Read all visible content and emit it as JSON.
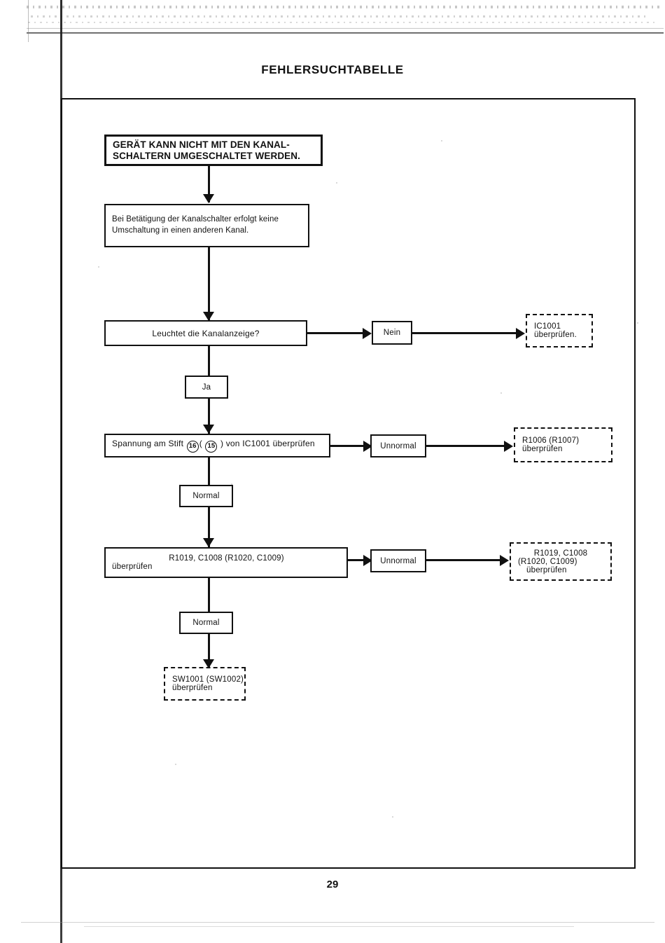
{
  "document": {
    "title": "FEHLERSUCHTABELLE",
    "page_number": "29"
  },
  "flowchart": {
    "problem": {
      "line1": "GERÄT KANN NICHT MIT DEN KANAL-",
      "line2": "SCHALTERN UMGESCHALTET WERDEN."
    },
    "symptom": {
      "line1": "Bei Betätigung der Kanalschalter erfolgt keine",
      "line2": "Umschaltung in einen anderen Kanal."
    },
    "question1": {
      "text": "Leuchtet die Kanalanzeige?",
      "no_label": "Nein",
      "yes_label": "Ja"
    },
    "result_ic1001": {
      "line1": "IC1001",
      "line2": "überprüfen."
    },
    "check_voltage": {
      "prefix": "Spannung am Stift",
      "pin_main": "16",
      "open_paren": "(",
      "pin_alt": "15",
      "close_paren": ")",
      "suffix": "von IC1001 überprüfen",
      "unnormal_label": "Unnormal",
      "normal_label": "Normal"
    },
    "result_r1006": {
      "line1": "R1006 (R1007)",
      "line2": "überprüfen"
    },
    "check_components": {
      "line1": "R1019, C1008 (R1020, C1009)",
      "line2": "überprüfen",
      "unnormal_label": "Unnormal",
      "normal_label": "Normal"
    },
    "result_r1019": {
      "line1": "R1019, C1008",
      "line2": "(R1020, C1009)",
      "line3": "überprüfen"
    },
    "result_sw1001": {
      "line1": "SW1001 (SW1002)",
      "line2": "überprüfen"
    }
  },
  "colors": {
    "ink": "#111111",
    "paper": "#ffffff"
  }
}
